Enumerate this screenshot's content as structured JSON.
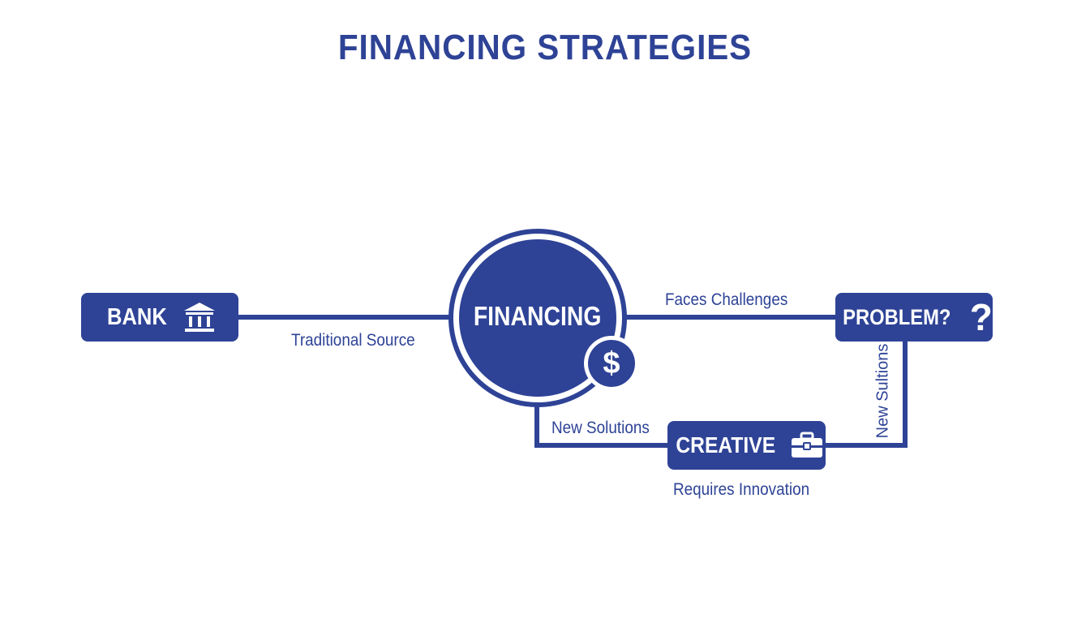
{
  "title": "FINANCING STRATEGIES",
  "accent_color": "#2e4396",
  "hub": {
    "label": "FINANCING",
    "badge_icon": "dollar-sign-icon",
    "badge_text": "$"
  },
  "nodes": {
    "bank": {
      "label": "BANK",
      "icon": "bank-building-icon"
    },
    "problem": {
      "label": "PROBLEM?",
      "icon": "question-mark-icon",
      "icon_text": "?"
    },
    "creative": {
      "label": "CREATIVE",
      "icon": "briefcase-icon"
    }
  },
  "edges": {
    "bank_to_financing": "Traditional Source",
    "financing_to_problem": "Faces Challenges",
    "financing_to_creative": "New Solutions",
    "problem_to_creative": "New Sultions",
    "creative_caption": "Requires Innovation"
  }
}
